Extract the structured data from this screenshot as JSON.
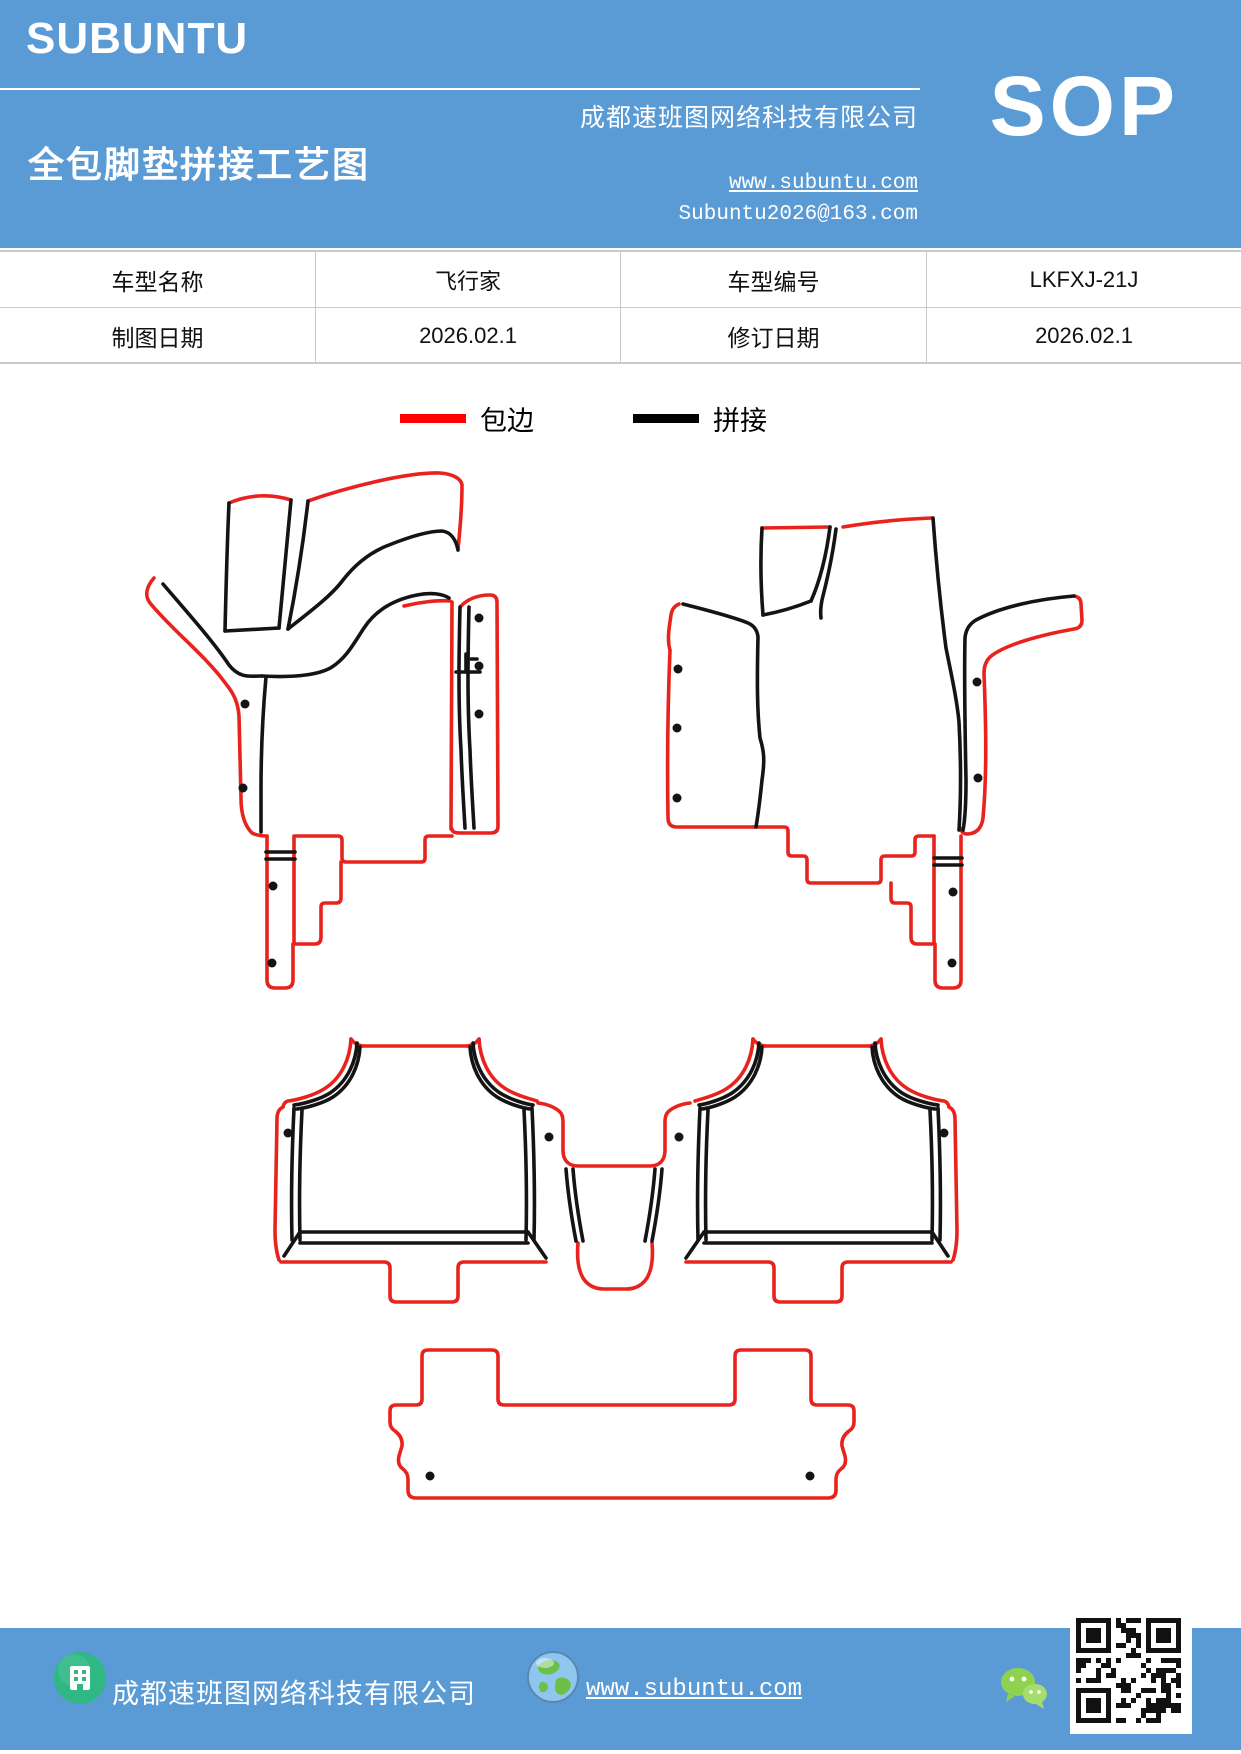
{
  "colors": {
    "header_blue": "#5b9bd5",
    "outline_red": "#e8231d",
    "outline_black": "#141414",
    "legend_red": "#fe0000",
    "legend_black": "#000000",
    "table_border": "#c9c9c9"
  },
  "header": {
    "brand": "SUBUNTU",
    "company": "成都速班图网络科技有限公司",
    "title": "全包脚垫拼接工艺图",
    "website": "www.subuntu.com",
    "email": "Subuntu2026@163.com",
    "sop_label": "SOP"
  },
  "info_table": {
    "cells": [
      [
        "车型名称",
        "飞行家",
        "车型编号",
        "LKFXJ-21J"
      ],
      [
        "制图日期",
        "2026.02.1",
        "修订日期",
        "2026.02.1"
      ]
    ]
  },
  "legend": {
    "items": [
      {
        "label": "包边",
        "color": "#fe0000",
        "meaning": "edge-binding"
      },
      {
        "label": "拼接",
        "color": "#000000",
        "meaning": "splice"
      }
    ]
  },
  "drawing": {
    "description": "full-surround floor mat splicing pattern",
    "pieces": [
      "front-left-mat",
      "front-right-mat",
      "second-row-left-mat",
      "second-row-center-tunnel",
      "second-row-right-mat",
      "trunk-mat"
    ]
  },
  "footer": {
    "company": "成都速班图网络科技有限公司",
    "website": "www.subuntu.com",
    "icons": [
      "building-icon",
      "globe-icon",
      "wechat-icon",
      "qr-code"
    ]
  }
}
